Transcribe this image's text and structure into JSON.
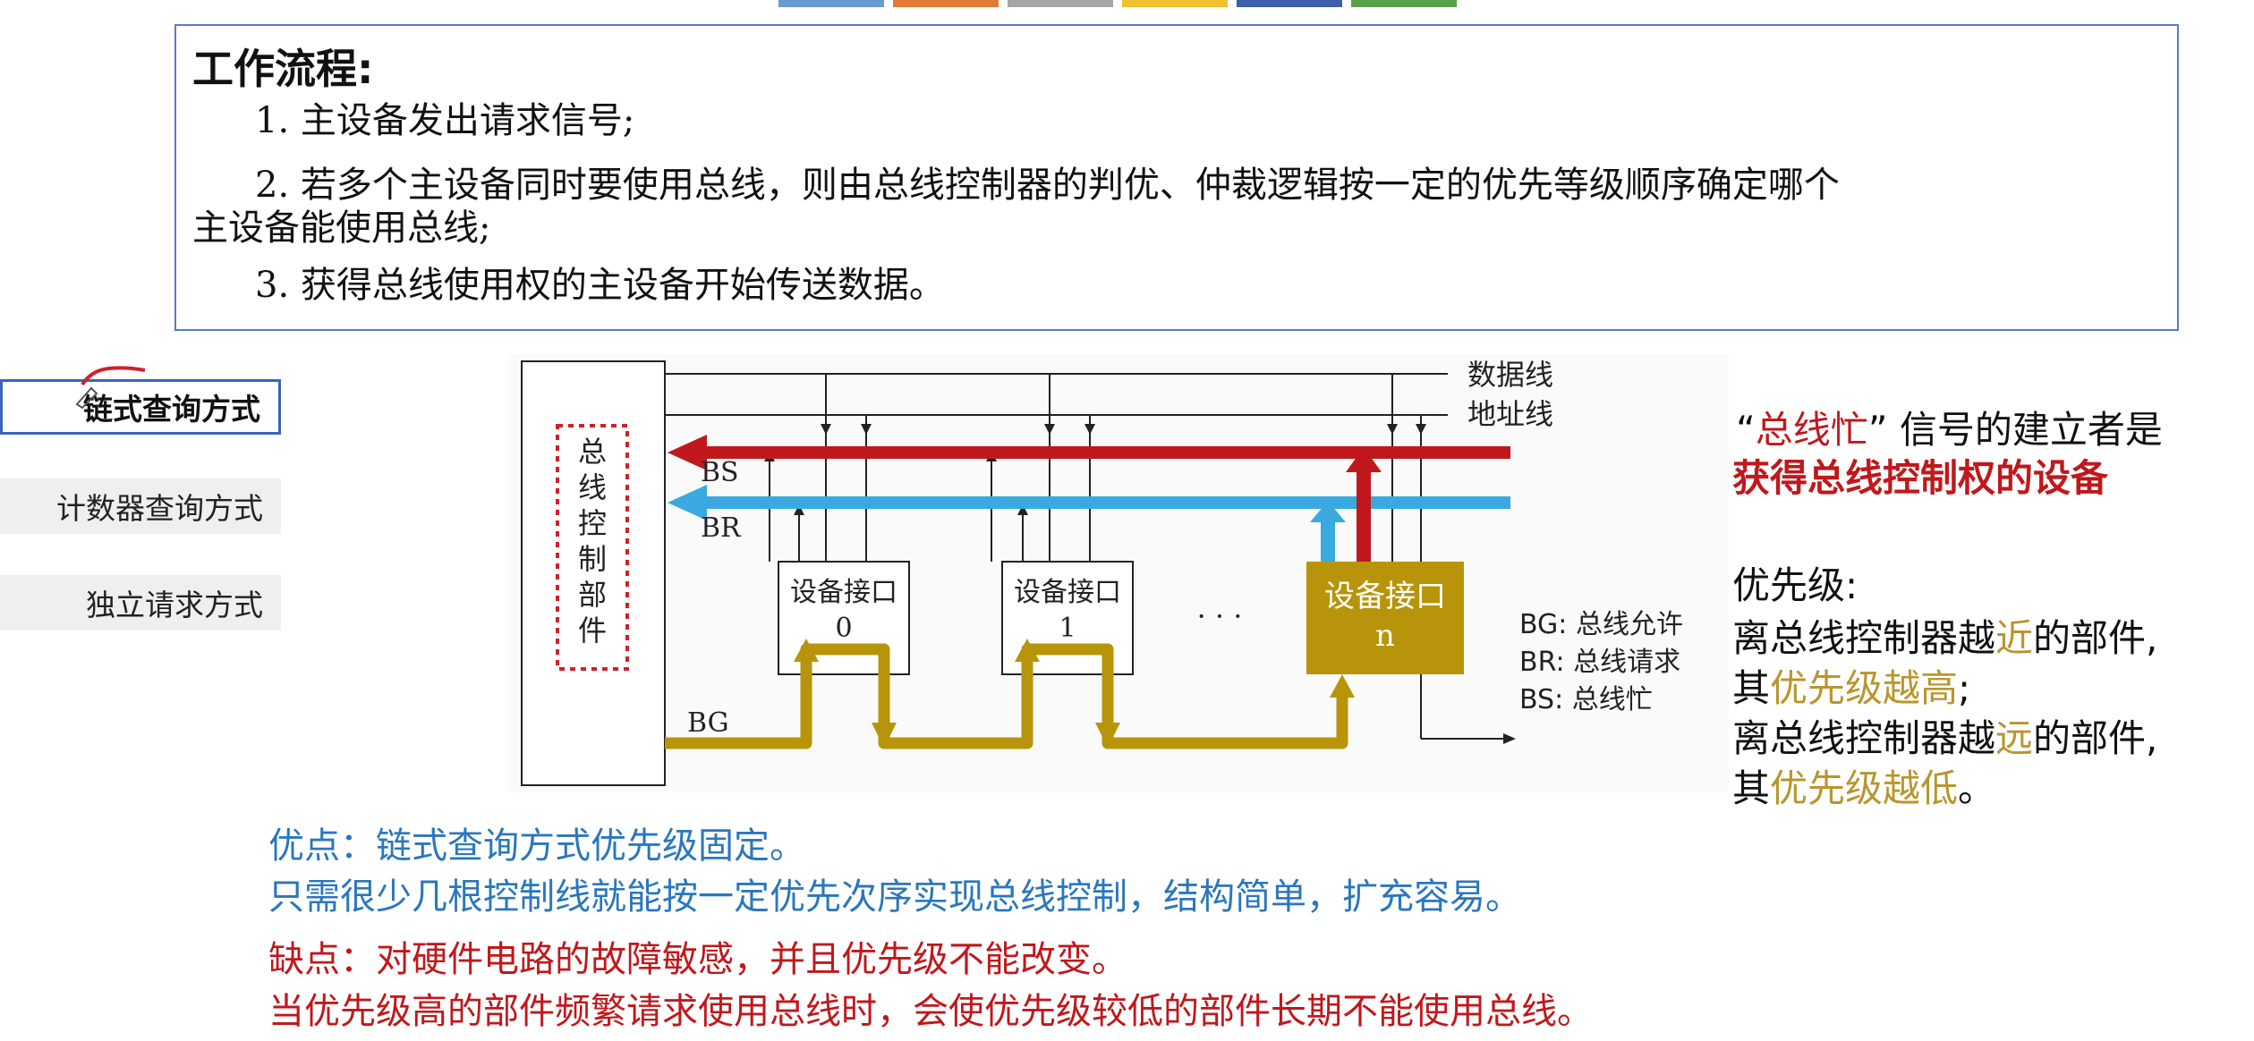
{
  "top_swatches": [
    "#6a9bd0",
    "#e07b39",
    "#a6a6a6",
    "#f0c030",
    "#3d5ea8",
    "#5aa14a"
  ],
  "process": {
    "title": "工作流程:",
    "step1": "1. 主设备发出请求信号;",
    "step2_a": "2. 若多个主设备同时要使用总线，则由总线控制器的判优、仲裁逻辑按一定的优先等级顺序确定哪个",
    "step2_b": "主设备能使用总线;",
    "step3": "3. 获得总线使用权的主设备开始传送数据。"
  },
  "menu": {
    "items": [
      {
        "label": "链式查询方式",
        "active": true
      },
      {
        "label": "计数器查询方式",
        "active": false
      },
      {
        "label": "独立请求方式",
        "active": false
      }
    ]
  },
  "diagram": {
    "controller_label": [
      "总",
      "线",
      "控",
      "制",
      "部",
      "件"
    ],
    "data_line": "数据线",
    "addr_line": "地址线",
    "bs_label": "BS",
    "br_label": "BR",
    "bg_label": "BG",
    "dev0": [
      "设备接口",
      "0"
    ],
    "dev1": [
      "设备接口",
      "1"
    ],
    "devn": [
      "设备接口",
      "n"
    ],
    "ellipsis": "· · ·",
    "legend": [
      "BG: 总线允许",
      "BR: 总线请求",
      "BS: 总线忙"
    ]
  },
  "right_notes": {
    "bs_q_open": "“",
    "bs_q_word": "总线忙",
    "bs_q_close": "” 信号的建立者是",
    "bs_answer": "获得总线控制权的设备",
    "prio_title": "优先级:",
    "near_a": "离总线控制器越",
    "near_word": "近",
    "near_b": "的部件,",
    "high_a": "其",
    "high_word": "优先级越高",
    "high_b": ";",
    "far_a": "离总线控制器越",
    "far_word": "远",
    "far_b": "的部件,",
    "low_a": "其",
    "low_word": "优先级越低",
    "low_b": "。"
  },
  "bottom": {
    "pro1": "优点：链式查询方式优先级固定。",
    "pro2": "只需很少几根控制线就能按一定优先次序实现总线控制，结构简单，扩充容易。",
    "con1": "缺点：对硬件电路的故障敏感，并且优先级不能改变。",
    "con2": "当优先级高的部件频繁请求使用总线时，会使优先级较低的部件长期不能使用总线。"
  },
  "colors": {
    "red": "#c0181c",
    "blue": "#3aa9e0",
    "gold": "#b8940a",
    "text_blue": "#2a77bd"
  }
}
